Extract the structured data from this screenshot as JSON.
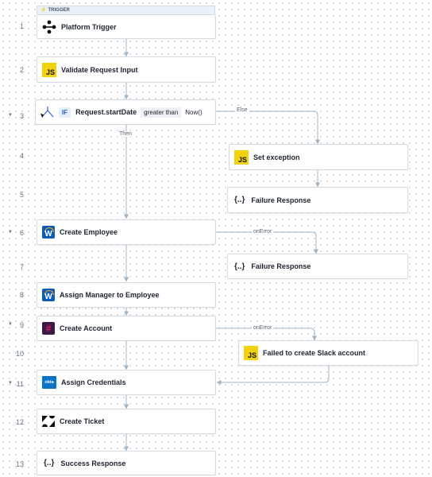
{
  "trigger_header": "TRIGGER",
  "rows": [
    "1",
    "2",
    "3",
    "4",
    "5",
    "6",
    "7",
    "8",
    "9",
    "10",
    "11",
    "12",
    "13"
  ],
  "nodes": {
    "platform_trigger": {
      "label": "Platform Trigger",
      "icon": "platform-trigger-icon"
    },
    "validate_input": {
      "label": "Validate Request Input",
      "icon": "javascript-icon",
      "icon_text": "JS"
    },
    "condition": {
      "if_label": "IF",
      "left": "Request.startDate",
      "operator": "greater than",
      "right": "Now()",
      "icon": "branch-icon"
    },
    "set_exception": {
      "label": "Set exception",
      "icon": "javascript-icon",
      "icon_text": "JS"
    },
    "failure_response_1": {
      "label": "Failure Response",
      "icon": "braces-icon",
      "icon_text": "{..}"
    },
    "create_employee": {
      "label": "Create Employee",
      "icon": "workday-icon",
      "icon_text": "W"
    },
    "failure_response_2": {
      "label": "Failure Response",
      "icon": "braces-icon",
      "icon_text": "{..}"
    },
    "assign_manager": {
      "label": "Assign Manager to Employee",
      "icon": "workday-icon",
      "icon_text": "W"
    },
    "create_account": {
      "label": "Create Account",
      "icon": "slack-icon",
      "icon_text": "#"
    },
    "failed_slack": {
      "label": "Failed to create Slack account",
      "icon": "javascript-icon",
      "icon_text": "JS"
    },
    "assign_credentials": {
      "label": "Assign Credentials",
      "icon": "okta-icon",
      "icon_text": "okta"
    },
    "create_ticket": {
      "label": "Create Ticket",
      "icon": "zendesk-icon"
    },
    "success_response": {
      "label": "Success Response",
      "icon": "braces-icon",
      "icon_text": "{..}"
    }
  },
  "edge_labels": {
    "else": "Else",
    "then": "Then",
    "on_error_1": "onError",
    "on_error_2": "onError"
  },
  "colors": {
    "connector": "#9fb4c4",
    "js_yellow": "#f2d20c",
    "workday_blue": "#0a5cb8",
    "okta_blue": "#0a74c9",
    "slack_purple": "#3b1a45",
    "if_bg": "#e8effc"
  }
}
